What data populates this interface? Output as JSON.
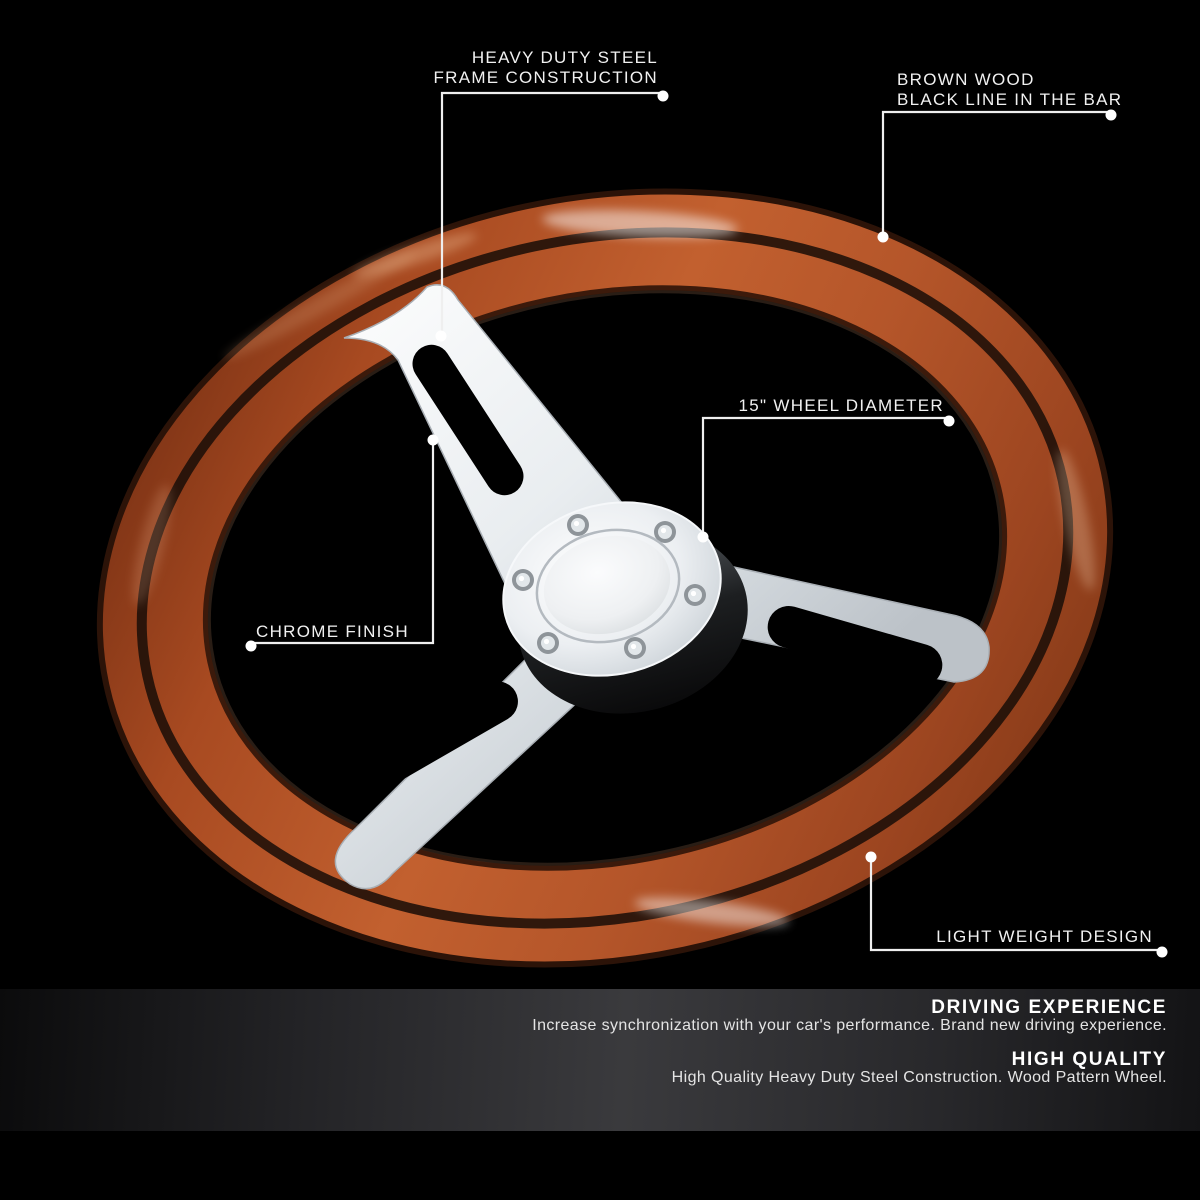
{
  "image": {
    "background_color": "#000000",
    "callout_line_color": "#efefef",
    "wood_color": "#b05426",
    "pinstripe_color": "#1d0f08",
    "chrome_color": "#eef1f4"
  },
  "callouts": {
    "frame": {
      "line1": "HEAVY DUTY STEEL",
      "line2": "FRAME CONSTRUCTION"
    },
    "wood": {
      "line1": "BROWN WOOD",
      "line2": "BLACK LINE IN THE BAR"
    },
    "diameter": {
      "label": "15\" WHEEL DIAMETER"
    },
    "chrome": {
      "label": "CHROME FINISH"
    },
    "weight": {
      "label": "LIGHT WEIGHT DESIGN"
    }
  },
  "footer": {
    "driving_heading": "DRIVING EXPERIENCE",
    "driving_body": "Increase synchronization with your car's performance. Brand new driving experience.",
    "quality_heading": "HIGH QUALITY",
    "quality_body": "High Quality Heavy Duty Steel Construction. Wood Pattern Wheel."
  }
}
